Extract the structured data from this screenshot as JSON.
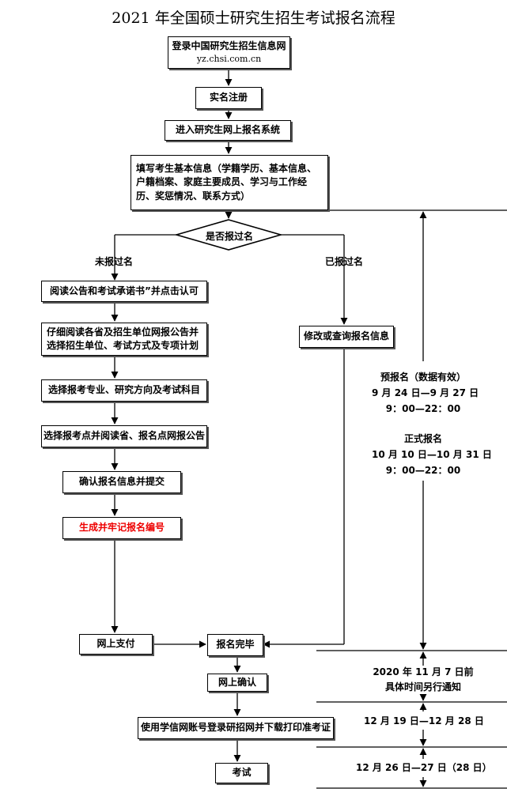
{
  "title": "2021 年全国硕士研究生招生考试报名流程",
  "boxes": {
    "login_line1": "登录中国研究生招生信息网",
    "login_line2": "yz.chsi.com.cn",
    "register": "实名注册",
    "enter_system": "进入研究生网上报名系统",
    "fill_info": "填写考生基本信息（学籍学历、基本信息、户籍档案、家庭主要成员、学习与工作经历、奖惩情况、联系方式）",
    "read_notice": "阅读公告和考试承诺书”并点击认可",
    "select_unit": "仔细阅读各省及招生单位网报公告并选择招生单位、考试方式及专项计划",
    "select_major": "选择报考专业、研究方向及考试科目",
    "select_site": "选择报考点并阅读省、报名点网报公告",
    "confirm_submit": "确认报名信息并提交",
    "generate_number": "生成并牢记报名编号",
    "modify_query": "修改或查询报名信息",
    "online_pay": "网上支付",
    "complete": "报名完毕",
    "online_confirm": "网上确认",
    "print_ticket": "使用学信网账号登录研招网并下载打印准考证",
    "exam": "考试"
  },
  "decision": {
    "question": "是否报过名",
    "no_label": "未报过名",
    "yes_label": "已报过名"
  },
  "timeline": {
    "pre_title": "预报名（数据有效）",
    "pre_dates": "9 月 24 日—9 月 27 日",
    "pre_time": "9：00—22：00",
    "formal_title": "正式报名",
    "formal_dates": "10 月 10 日—10 月 31 日",
    "formal_time": "9：00—22：00",
    "confirm_line1": "2020 年 11 月 7 日前",
    "confirm_line2": "具体时间另行通知",
    "print_dates": "12 月 19 日—12 月 28 日",
    "exam_dates": "12 月 26 日—27 日（28 日）"
  }
}
